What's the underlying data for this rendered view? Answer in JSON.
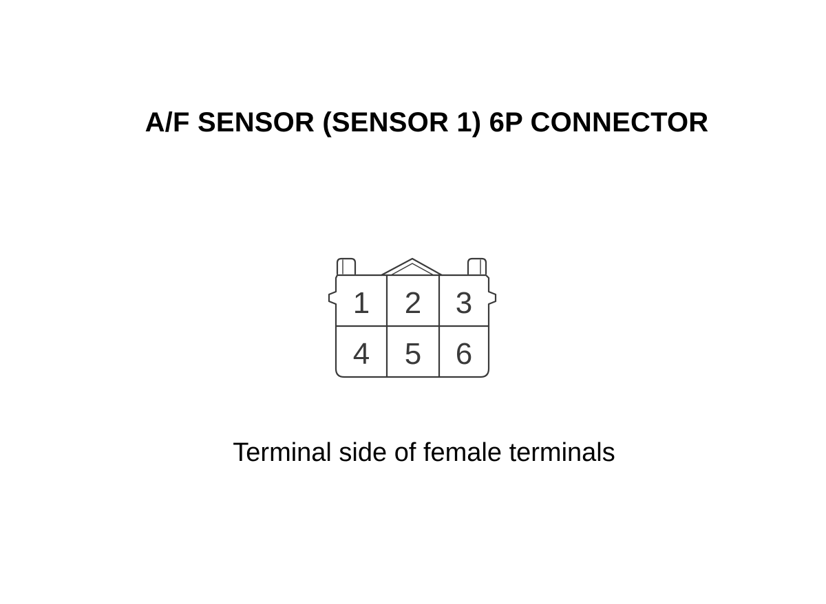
{
  "diagram": {
    "title": "A/F SENSOR (SENSOR 1) 6P CONNECTOR",
    "caption": "Terminal side of female terminals",
    "connector": {
      "pins": [
        {
          "label": "1",
          "row": 1,
          "col": 1
        },
        {
          "label": "2",
          "row": 1,
          "col": 2
        },
        {
          "label": "3",
          "row": 1,
          "col": 3
        },
        {
          "label": "4",
          "row": 2,
          "col": 1
        },
        {
          "label": "5",
          "row": 2,
          "col": 2
        },
        {
          "label": "6",
          "row": 2,
          "col": 3
        }
      ]
    },
    "colors": {
      "line": "#3a3a3a",
      "text": "#000000",
      "background": "#ffffff"
    }
  }
}
